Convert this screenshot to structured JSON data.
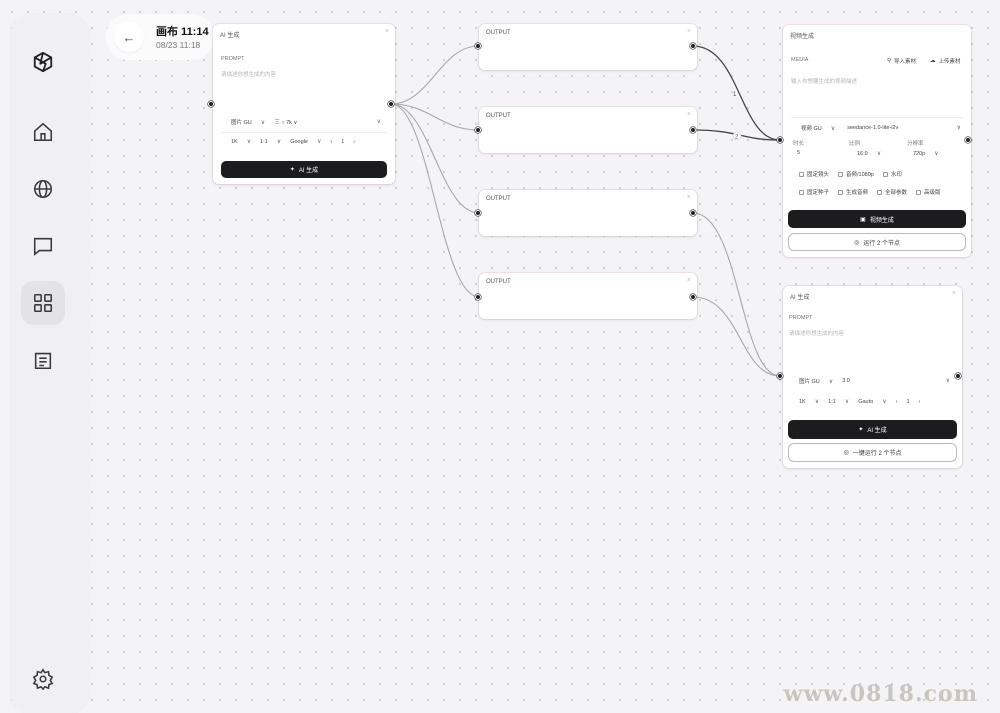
{
  "header": {
    "title": "画布 11:14",
    "subtitle": "08/23 11:18"
  },
  "node_prompt": {
    "title": "AI 生成",
    "hint": "PROMPT",
    "placeholder": "请描述你想生成的内容",
    "model": "图片 GU",
    "option": "三  ○ 7k ∨",
    "r1": "1K",
    "r2": "1:1",
    "r3": "Google",
    "count": "1",
    "button": "AI 生成"
  },
  "outputs": [
    {
      "title": "OUTPUT"
    },
    {
      "title": "OUTPUT"
    },
    {
      "title": "OUTPUT"
    },
    {
      "title": "OUTPUT"
    }
  ],
  "node_video": {
    "title": "视频生成",
    "media": "MEDIA",
    "import": "导入素材",
    "upload": "上传素材",
    "placeholder": "输入你想要生成的视频描述",
    "model": "视频 GU",
    "model2": "seedance-1.0-lite-i2v",
    "l1": "时长",
    "l2": "比例",
    "l3": "分辨率",
    "v1": "5",
    "v2": "16:9",
    "v3": "720p",
    "chk": [
      "固定镜头",
      "音频/1080p",
      "水印",
      "固定种子",
      "生成音频",
      "全部参数",
      "高级版"
    ],
    "button": "视频生成",
    "run": "运行 2 个节点"
  },
  "node_ai2": {
    "title": "AI 生成",
    "hint": "PROMPT",
    "placeholder": "请描述你想生成的内容",
    "model": "图片 GU",
    "option": "3.0",
    "r1": "1K",
    "r2": "1:1",
    "r3": "Gauto",
    "count": "1",
    "button": "AI 生成",
    "run": "一键运行 2 个节点"
  },
  "wire_labels": {
    "a": "1",
    "b": "2"
  },
  "watermark": "www.0818.com"
}
